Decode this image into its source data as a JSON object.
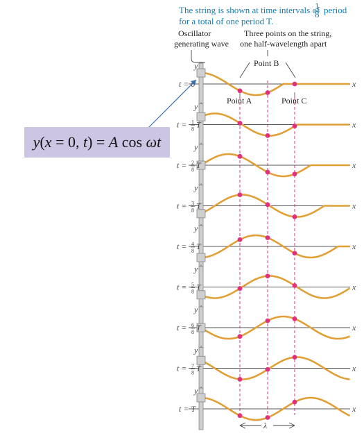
{
  "caption": {
    "line1_pre": "The string is shown at time intervals of",
    "line1_frac_num": "1",
    "line1_frac_den": "8",
    "line1_post": "period",
    "line2": "for a total of one period T."
  },
  "labels": {
    "oscillator_1": "Oscillator",
    "oscillator_2": "generating wave",
    "three_points_1": "Three points on the string,",
    "three_points_2": "one half-wavelength apart",
    "point_b": "Point B",
    "point_a": "Point A",
    "point_c": "Point C",
    "y_axis": "y",
    "x_axis": "x",
    "lambda": "λ"
  },
  "equation": "y(x = 0, t) = A cos ωt",
  "rows": [
    {
      "t_label": "t = 0",
      "num": "",
      "den": ""
    },
    {
      "t_label": "t =",
      "num": "1",
      "den": "8",
      "suffix": "T"
    },
    {
      "t_label": "t =",
      "num": "2",
      "den": "8",
      "suffix": "T"
    },
    {
      "t_label": "t =",
      "num": "3",
      "den": "8",
      "suffix": "T"
    },
    {
      "t_label": "t =",
      "num": "4",
      "den": "8",
      "suffix": "T"
    },
    {
      "t_label": "t =",
      "num": "5",
      "den": "8",
      "suffix": "T"
    },
    {
      "t_label": "t =",
      "num": "6",
      "den": "8",
      "suffix": "T"
    },
    {
      "t_label": "t =",
      "num": "7",
      "den": "8",
      "suffix": "T"
    },
    {
      "t_label": "t = T",
      "num": "",
      "den": ""
    }
  ],
  "colors": {
    "wave": "#e0a035",
    "points": "#e0307e",
    "caption": "#1a7fb0",
    "equation_box": "#cdc5e4",
    "arrow": "#3a6fb0"
  }
}
